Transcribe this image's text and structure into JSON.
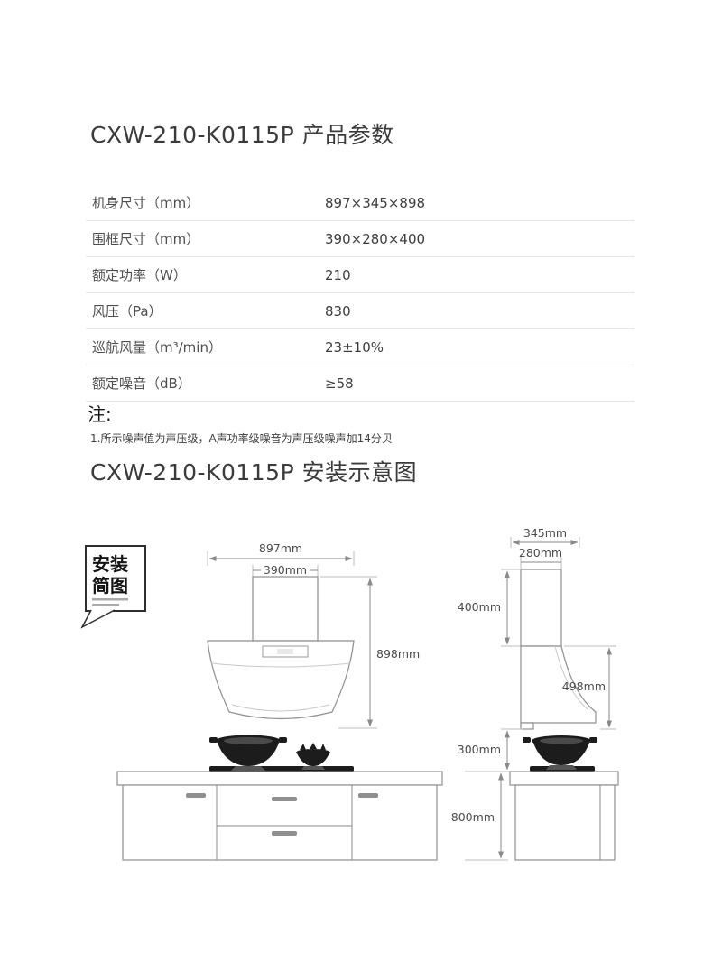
{
  "sections": {
    "params_title": "CXW-210-K0115P 产品参数",
    "install_title": "CXW-210-K0115P 安装示意图"
  },
  "specs": {
    "rows": [
      {
        "label": "机身尺寸（mm）",
        "value": "897×345×898"
      },
      {
        "label": "围框尺寸（mm）",
        "value": "390×280×400"
      },
      {
        "label": "额定功率（W）",
        "value": "210"
      },
      {
        "label": "风压（Pa）",
        "value": "830"
      },
      {
        "label": "巡航风量（m³/min）",
        "value": "23±10%"
      },
      {
        "label": "额定噪音（dB）",
        "value": "≥58"
      }
    ]
  },
  "note": {
    "label": "注:",
    "text": "1.所示噪声值为声压级，A声功率级噪音为声压级噪声加14分贝"
  },
  "diagram": {
    "badge": {
      "line1": "安装",
      "line2": "简图"
    },
    "dims": {
      "front_width": "897mm",
      "inner_width": "390mm",
      "total_height": "898mm",
      "counter_height": "800mm",
      "top_depth": "345mm",
      "duct_depth": "280mm",
      "duct_height": "400mm",
      "body_height": "498mm",
      "clearance_height": "300mm"
    }
  },
  "colors": {
    "hood_dark": "#1c1c1c",
    "line_gray": "#8f8f8f",
    "divider_light": "#e4e4e4"
  }
}
